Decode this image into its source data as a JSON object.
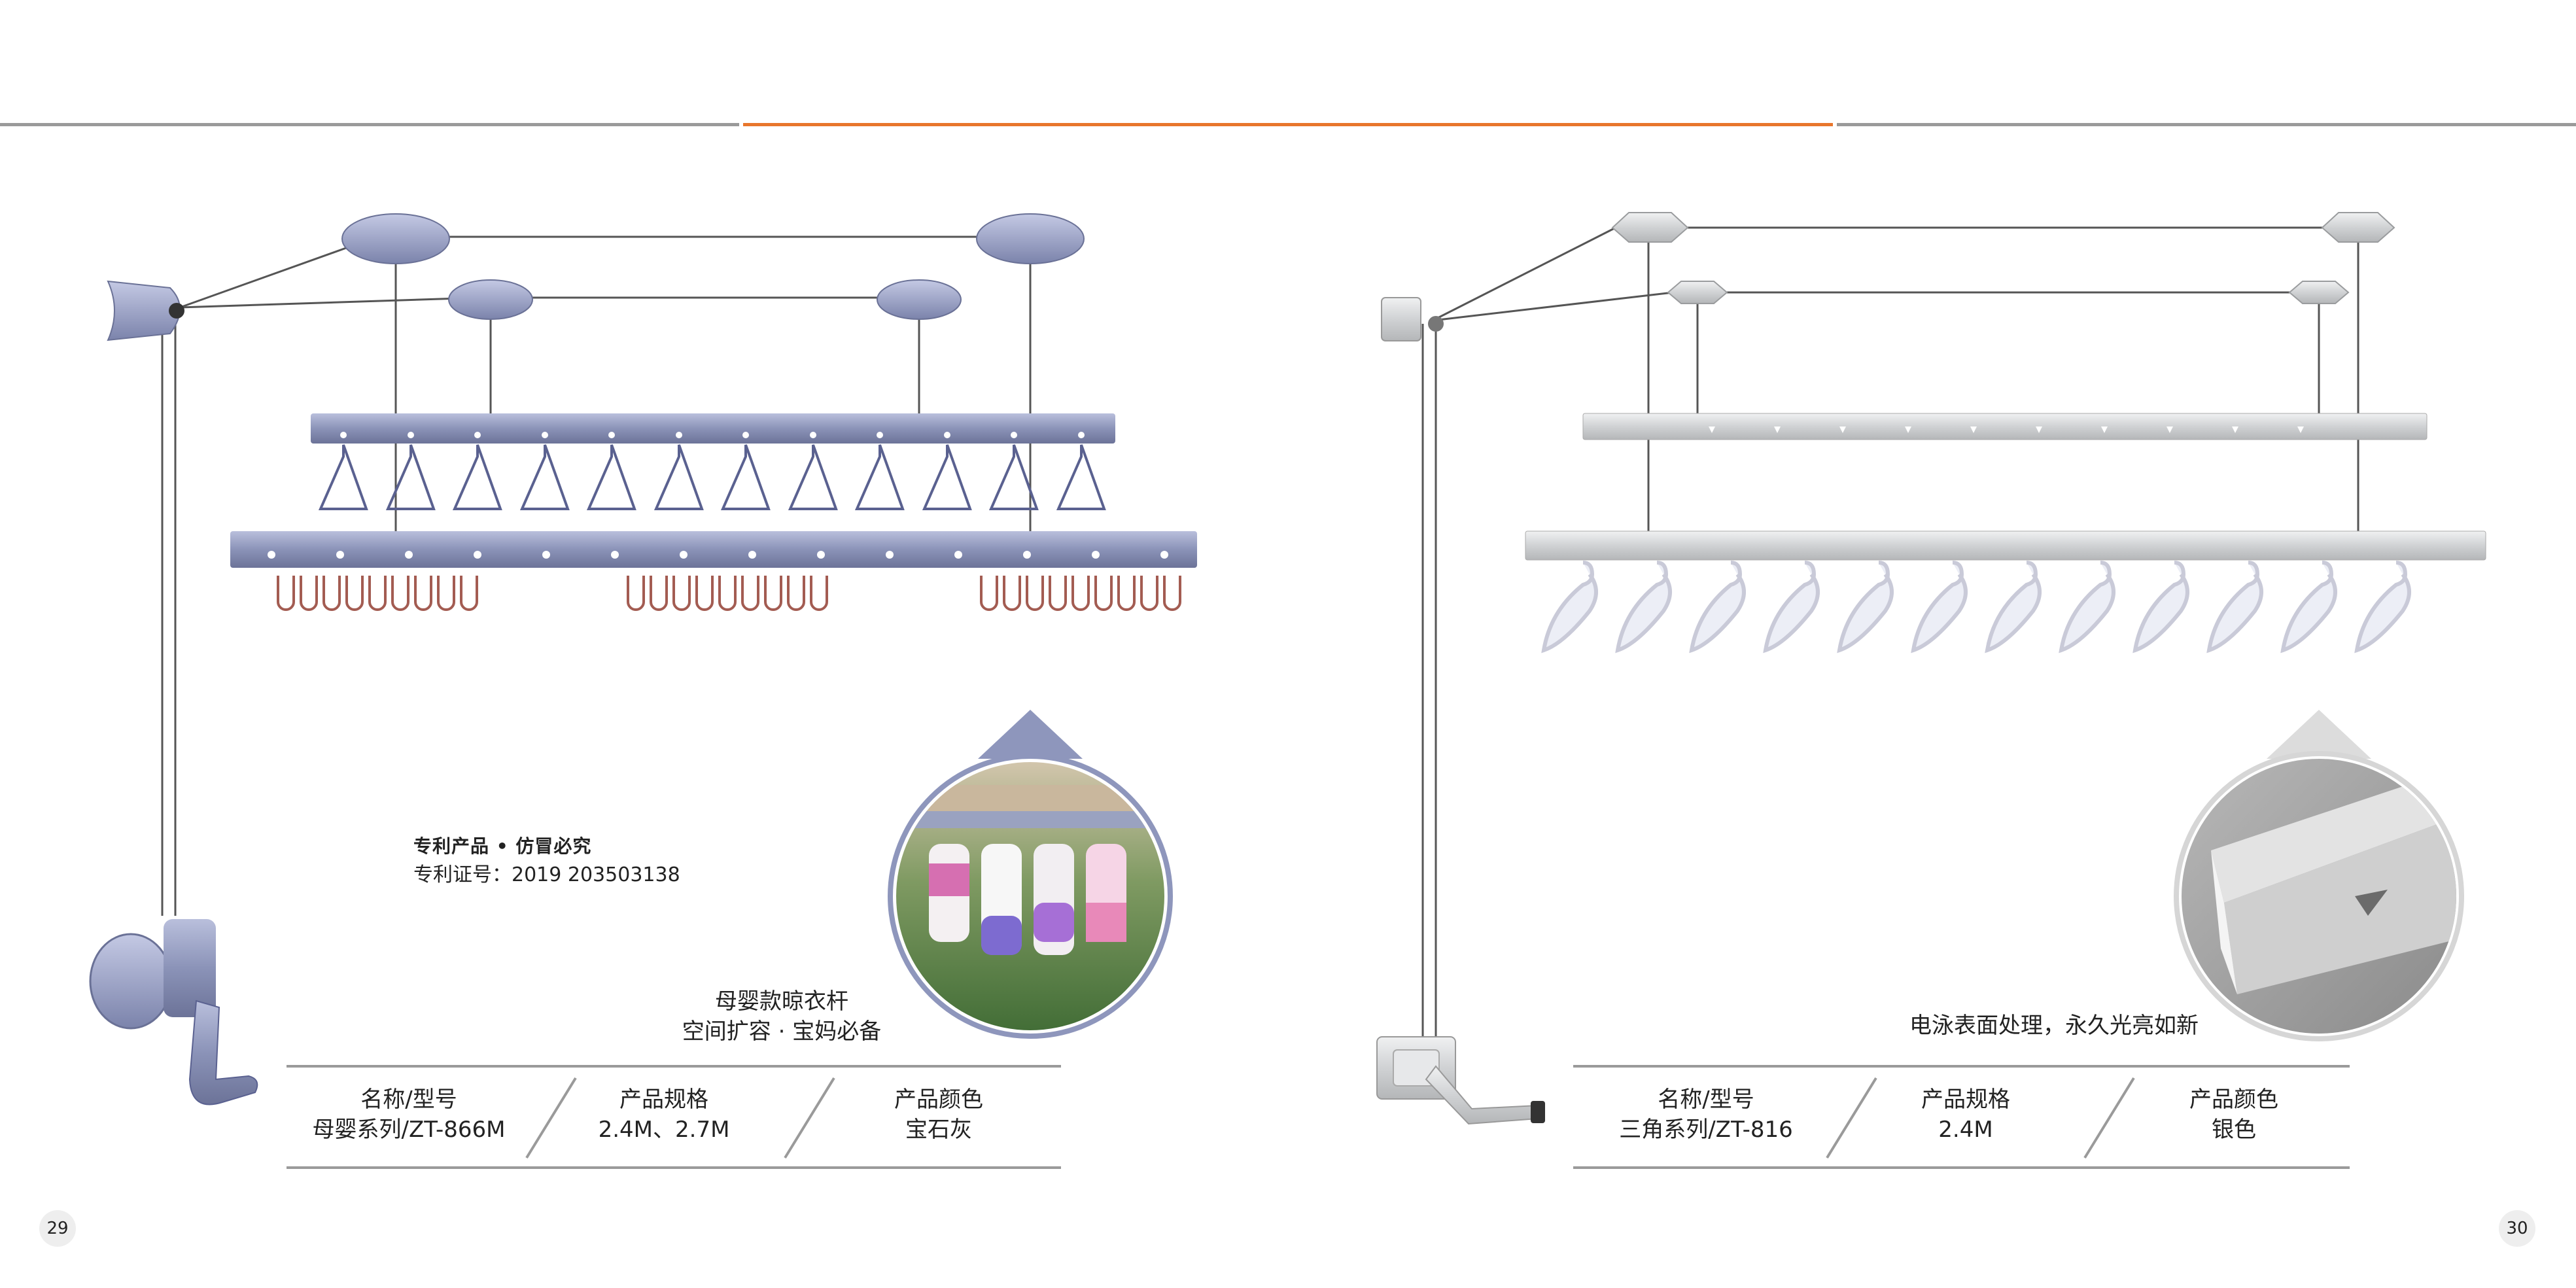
{
  "left_page": {
    "patent_title": "专利产品 • 仿冒必究",
    "patent_number": "专利证号：2019 203503138",
    "slogan_line1": "母婴款晾衣杆",
    "slogan_line2": "空间扩容 · 宝妈必备",
    "specs": [
      {
        "label": "名称/型号",
        "value": "母婴系列/ZT-866M"
      },
      {
        "label": "产品规格",
        "value": "2.4M、2.7M"
      },
      {
        "label": "产品颜色",
        "value": "宝石灰"
      }
    ],
    "page_number": "29"
  },
  "right_page": {
    "slogan": "电泳表面处理，永久光亮如新",
    "specs": [
      {
        "label": "名称/型号",
        "value": "三角系列/ZT-816"
      },
      {
        "label": "产品规格",
        "value": "2.4M"
      },
      {
        "label": "产品颜色",
        "value": "银色"
      }
    ],
    "page_number": "30"
  },
  "colors": {
    "accent": "#e8762c",
    "rule_gray": "#9a9a9a",
    "gem_gray": "#8f97b8",
    "silver": "#d2d4d6"
  }
}
